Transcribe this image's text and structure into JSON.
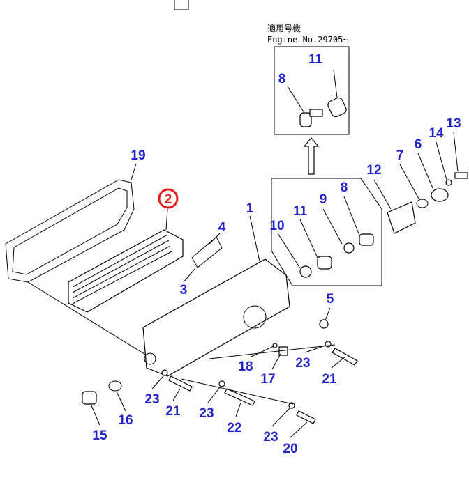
{
  "header_note": {
    "line1": "適用号機",
    "line2": "Engine No.29705~"
  },
  "highlight_color": "#e02020",
  "label_color": "#2222cc",
  "callouts": {
    "top_box": [
      "11",
      "8"
    ],
    "main": [
      "19",
      "2",
      "4",
      "3",
      "1",
      "10",
      "11",
      "9",
      "8",
      "12",
      "7",
      "6",
      "14",
      "13",
      "5",
      "18",
      "17",
      "23",
      "21",
      "23",
      "21",
      "23",
      "22",
      "23",
      "20",
      "16",
      "15"
    ]
  }
}
